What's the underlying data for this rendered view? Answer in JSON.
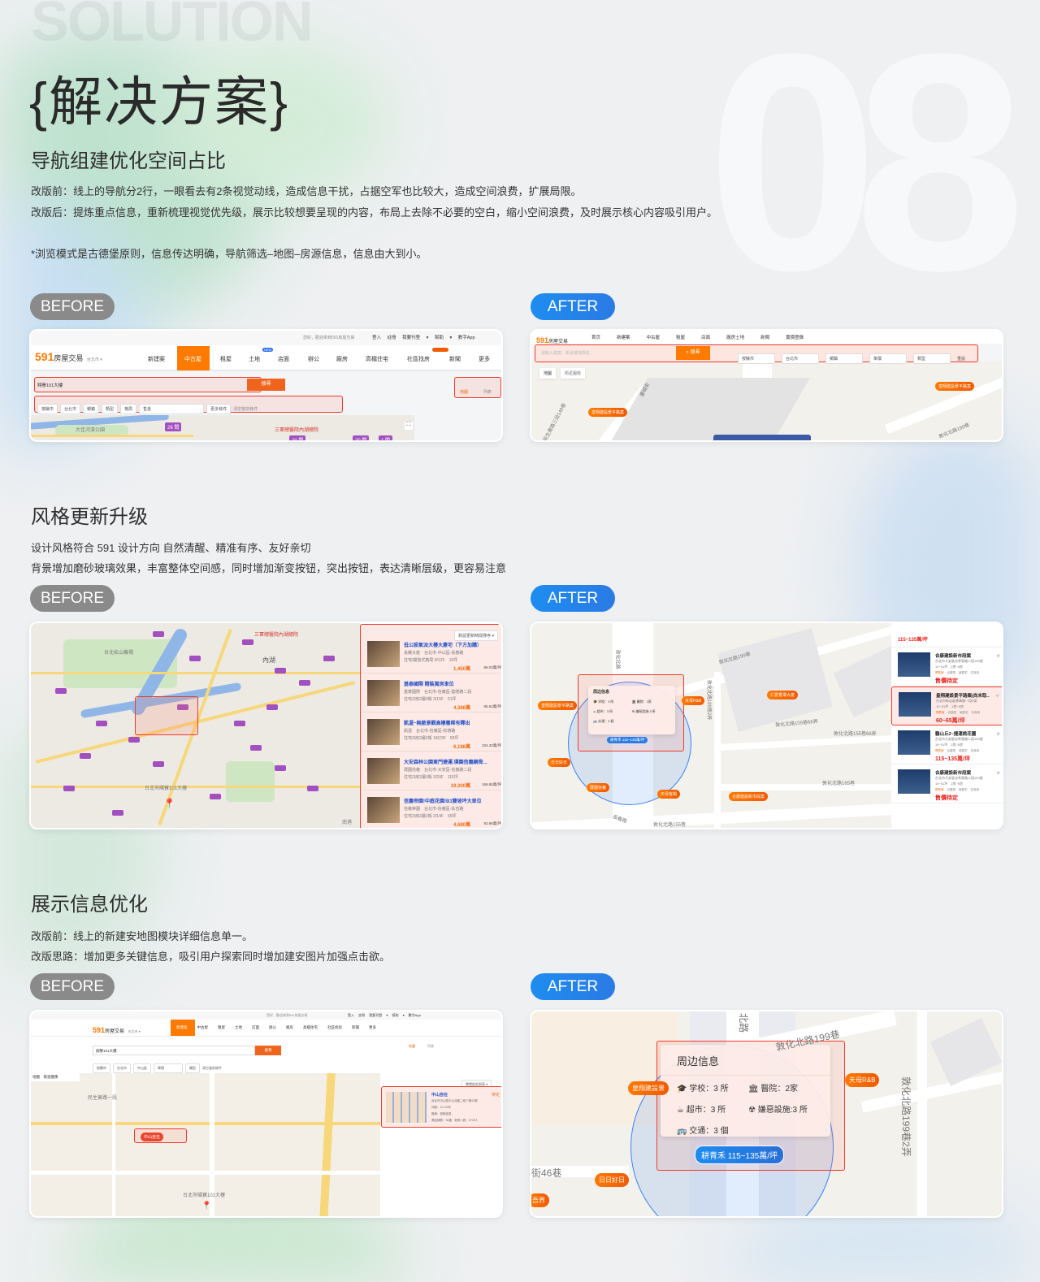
{
  "header": {
    "watermark": "SOLUTION",
    "title": "{解决方案}",
    "number": "08"
  },
  "badges": {
    "before": "BEFORE",
    "after": "AFTER"
  },
  "section1": {
    "heading": "导航组建优化空间占比",
    "lines": [
      "改版前：线上的导航分2行，一眼看去有2条视觉动线，造成信息干扰，占据空军也比较大，造成空间浪费，扩展局限。",
      "改版后：提炼重点信息，重新梳理视觉优先级，展示比较想要呈现的内容，布局上去除不必要的空白，缩小空间浪费，及时展示核心内容吸引用户。",
      "*浏览模式是古德堡原则，信息传达明确，导航筛选–地图–房源信息，信息由大到小。"
    ]
  },
  "section2": {
    "heading": "风格更新升级",
    "lines": [
      "设计风格符合 591 设计方向 自然清醒、精准有序、友好亲切",
      "背景增加磨砂玻璃效果，丰富整体空间感，同时增加渐变按钮，突出按钮，表达清晰层级，更容易注意"
    ]
  },
  "section3": {
    "heading": "展示信息优化",
    "lines": [
      "改版前：线上的新建安地图模块详细信息单一。",
      "改版思路：增加更多关键信息，吸引用户探索同时增加建安图片加强点击欲。"
    ]
  },
  "site": {
    "logo_num": "591",
    "logo_text": "房屋交易",
    "city": "台北市 ▾",
    "welcome": "您好，歡迎來到591房屋交易",
    "top_links": [
      "登入",
      "註冊",
      "我要刊登 ▾",
      "幫助 ▾",
      "數字App"
    ],
    "nav": [
      "新建案",
      "中古屋",
      "租屋",
      "土地",
      "店面",
      "辦公",
      "廠房",
      "高檔住宅",
      "社區找房",
      "新聞",
      "更多"
    ],
    "new_badge": "NEW",
    "search_value": "翔譽101大樓",
    "search_btn": "搜尋",
    "view_map": "地圖",
    "view_list": "列表",
    "accent": "#ff7a00",
    "highlight": "#ef3b2a"
  },
  "s1_before": {
    "filters": [
      "按縣市",
      "台北市",
      "鄉鎮",
      "類型",
      "格局",
      "售金"
    ],
    "more": "更多條件",
    "clear": "清空當前條件",
    "map": [
      "26 間",
      "三軍總醫院內湖總院",
      "20 間",
      "20 間",
      "1 間",
      "大佳河濱公園"
    ]
  },
  "s1_after": {
    "nav": [
      "首页",
      "新建案",
      "中古屋",
      "租屋",
      "店面",
      "廠房土地",
      "新聞",
      "實價登錄"
    ],
    "placeholder": "請輸入建案、街道或地標名...",
    "search_btn": "搜尋",
    "filters": [
      "按縣市",
      "台北市",
      "鄉鎮",
      "單價",
      "類型"
    ],
    "reset": "重設",
    "tabs": [
      "地圖",
      "衛星圖像"
    ],
    "pins": [
      "皇翔建設景平路案",
      "皇翔建設景平路案"
    ],
    "roads": [
      "民生東路三段140巷",
      "慶城街",
      "敦化北路199巷"
    ]
  },
  "s2_before": {
    "sort": "默認更新時間排序 ▾",
    "map": [
      "三軍總醫院內湖總院",
      "台北松山機場",
      "內湖",
      "台北市陽寶101大樓",
      "南港"
    ],
    "listings": [
      {
        "title": "低公設氣派大樓大豪宅（下方加購）",
        "community": "長耀大廈",
        "address": "台北市-中山區-長春路",
        "info": "住宅/開放式格局 9/12F",
        "area": "15坪",
        "price": "1,450萬",
        "unit": "96.03萬/坪"
      },
      {
        "title": "基泰國際 精裝賞房車位",
        "community": "基泰國際",
        "address": "台北市-信義區-基隆路二段",
        "info": "住宅/2房2廳0衛 3/15F",
        "area": "51坪",
        "price": "4,388萬",
        "unit": "85.52萬/坪"
      },
      {
        "title": "凱渥~無敵景觀高樓層稀有釋出",
        "community": "凱渥",
        "address": "台北市-信義區-松德路",
        "info": "住宅/3房2廳2衛 18/23F",
        "area": "59坪",
        "price": "6,188萬",
        "unit": "104.32萬/坪"
      },
      {
        "title": "大安森林公園東門捷運.璞園信義鋼骨...",
        "community": "璞園信義",
        "address": "台北市-大安區-信義路二段",
        "info": "住宅/3房2廳3衛 3/20F",
        "area": "115坪",
        "price": "19,300萬",
        "unit": "166.85萬/坪"
      },
      {
        "title": "信義帝園!中庭花園!B1雙坡坪大車位",
        "community": "信義帝園",
        "address": "台北市-信義區-永吉路",
        "info": "住宅/3房2廳2衛 2/14F",
        "area": "65坪",
        "price": "4,680萬",
        "unit": "92.96萬/坪"
      }
    ]
  },
  "nearby": {
    "title": "周边信息",
    "items": [
      "学校：3 所",
      "醫院：2家",
      "超市：3 所",
      "嫌惡設施:3 所",
      "交通：3 個"
    ],
    "center": "耕青禾 115~135萬/坪"
  },
  "s2_after": {
    "pins": [
      "皇翔建設景平路案",
      "天母R&B",
      "日日好日",
      "璞園信義",
      "天母有閑",
      "仁愛香潭大廈",
      "合康建設新市段案"
    ],
    "roads": [
      "敦化北路",
      "敦化北路199巷",
      "敦化北路199巷2弄",
      "敦化北路155巷66弄",
      "敦化北路155巷66弄",
      "敦化北路165巷",
      "長春路",
      "敦化北路155巷"
    ],
    "top_price": "115~135萬/坪",
    "listings": [
      {
        "title": "合康建設新市段案",
        "address": "台北市大安區忠孝東路二段190號",
        "size": "19~51坪",
        "rooms": "2房~5房",
        "tags": [
          "預售案",
          "近捷運",
          "景觀宅",
          "住商用"
        ],
        "price": "售價待定"
      },
      {
        "title": "皇翔建設景平路案(尚未取...",
        "address": "台北市新店區景華路一段2號",
        "size": "19~51坪",
        "rooms": "2房~5房",
        "tags": [
          "預售案",
          "近捷運",
          "景觀宅",
          "住商用"
        ],
        "price": "60~65萬/坪"
      },
      {
        "title": "鶴山丘2~捷運桃花園",
        "address": "台北市大安區忠孝東路二段190號",
        "size": "19~51坪",
        "rooms": "2房~5房",
        "tags": [
          "預售案",
          "近捷運",
          "景觀宅",
          "住商用"
        ],
        "price": "115~135萬/坪"
      },
      {
        "title": "合康建設新市段案",
        "address": "台北市大安區忠孝東路二段190號",
        "size": "19~51坪",
        "rooms": "2房~5房",
        "tags": [
          "預售案",
          "近捷運",
          "景觀宅",
          "住商用"
        ],
        "price": "售價待定"
      }
    ]
  },
  "s3_before": {
    "filters": [
      "按縣市",
      "台北市",
      "中山區",
      "單價",
      "類型"
    ],
    "clear": "清空當前條件",
    "tabs": [
      "地圖",
      "衛星圖像"
    ],
    "sort": "單價從低到高 ▾",
    "listing": {
      "title": "中山自在",
      "status": "待定",
      "address": "台北市中山區中山北路二段77巷12號",
      "area": "坪數：10~20坪",
      "layout": "格局：暫無信息",
      "stats": "電話總數：36通　新房人數：5729人"
    },
    "map": [
      "民生東路一段",
      "中山自在",
      "台北市陽寶101大樓"
    ]
  },
  "s3_after": {
    "pins": [
      "皇翔建設景",
      "天母R&B",
      "日日好日",
      "吾界"
    ],
    "roads": [
      "敦化北路199巷",
      "敦化北路199巷2弄",
      "街46巷",
      "北路"
    ]
  }
}
